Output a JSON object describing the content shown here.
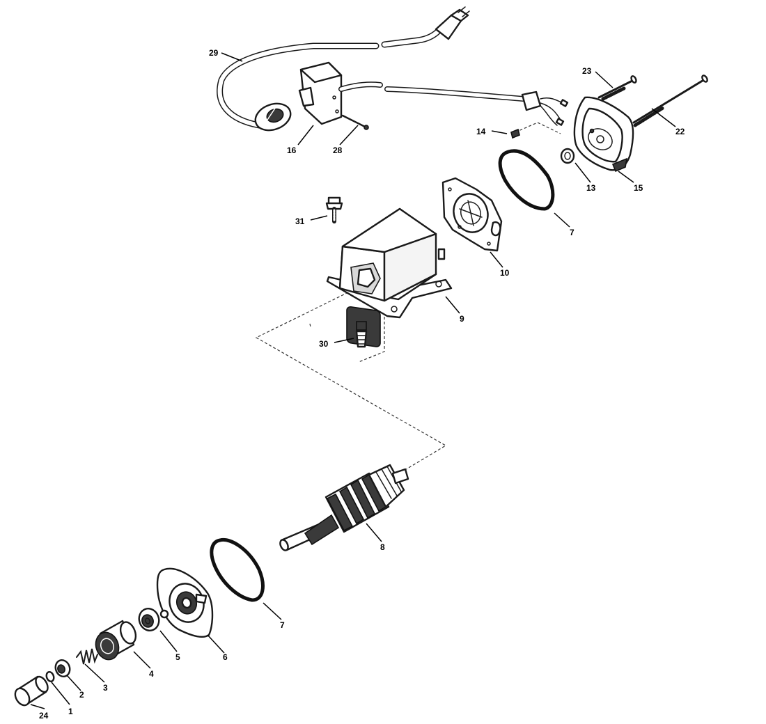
{
  "callouts": {
    "c1": "1",
    "c2": "2",
    "c3": "3",
    "c4": "4",
    "c5": "5",
    "c6": "6",
    "c7a": "7",
    "c7b": "7",
    "c8": "8",
    "c9": "9",
    "c10": "10",
    "c13": "13",
    "c14": "14",
    "c15": "15",
    "c16": "16",
    "c22": "22",
    "c23": "23",
    "c24": "24",
    "c28": "28",
    "c29": "29",
    "c30": "30",
    "c31": "31"
  }
}
